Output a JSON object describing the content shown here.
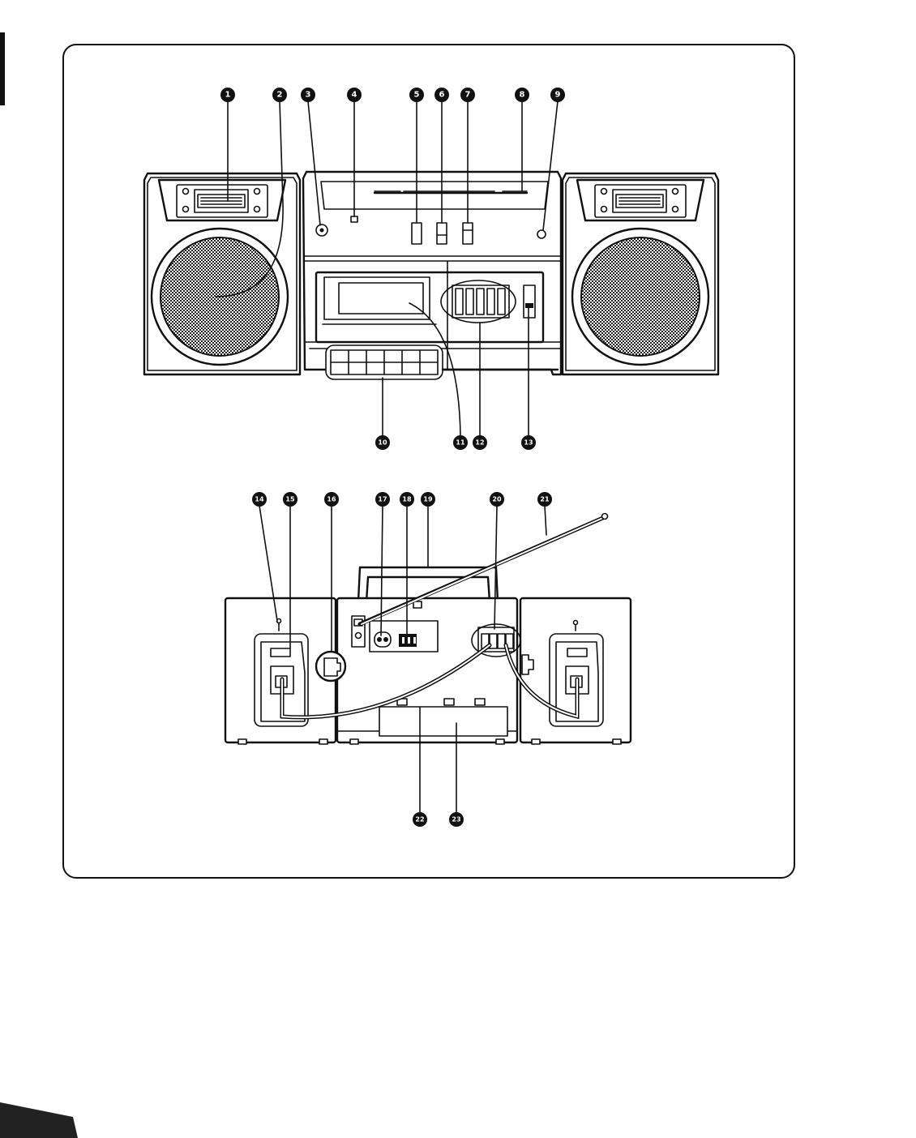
{
  "callouts": [
    {
      "id": "c1",
      "label": "1"
    },
    {
      "id": "c2",
      "label": "2"
    },
    {
      "id": "c3",
      "label": "3"
    },
    {
      "id": "c4",
      "label": "4"
    },
    {
      "id": "c5",
      "label": "5"
    },
    {
      "id": "c6",
      "label": "6"
    },
    {
      "id": "c7",
      "label": "7"
    },
    {
      "id": "c8",
      "label": "8"
    },
    {
      "id": "c9",
      "label": "9"
    },
    {
      "id": "c10",
      "label": "10"
    },
    {
      "id": "c11",
      "label": "11"
    },
    {
      "id": "c12",
      "label": "12"
    },
    {
      "id": "c13",
      "label": "13"
    },
    {
      "id": "c14",
      "label": "14"
    },
    {
      "id": "c15",
      "label": "15"
    },
    {
      "id": "c16",
      "label": "16"
    },
    {
      "id": "c17",
      "label": "17"
    },
    {
      "id": "c18",
      "label": "18"
    },
    {
      "id": "c19",
      "label": "19"
    },
    {
      "id": "c20",
      "label": "20"
    },
    {
      "id": "c21",
      "label": "21"
    },
    {
      "id": "c22",
      "label": "22"
    },
    {
      "id": "c23",
      "label": "23"
    }
  ],
  "colors": {
    "ink": "#111111",
    "paper": "#ffffff",
    "grille": "#7a7a7a"
  }
}
